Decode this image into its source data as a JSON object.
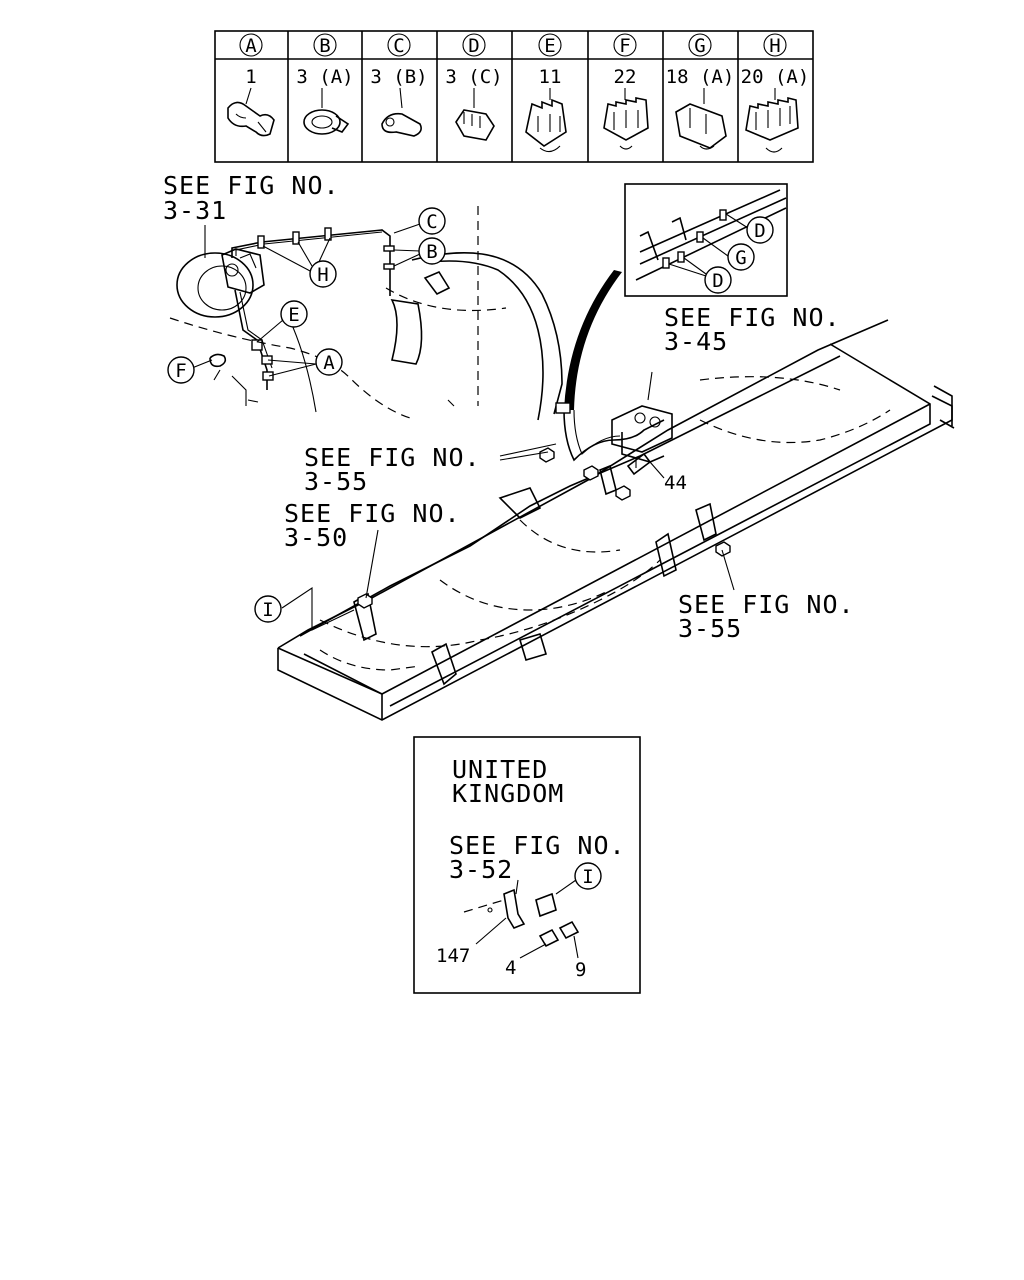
{
  "legend": {
    "columns": [
      {
        "letter": "A",
        "part": "1"
      },
      {
        "letter": "B",
        "part": "3 (A)"
      },
      {
        "letter": "C",
        "part": "3 (B)"
      },
      {
        "letter": "D",
        "part": "3 (C)"
      },
      {
        "letter": "E",
        "part": "11"
      },
      {
        "letter": "F",
        "part": "22"
      },
      {
        "letter": "G",
        "part": "18 (A)"
      },
      {
        "letter": "H",
        "part": "20 (A)"
      }
    ]
  },
  "refs": {
    "fig_3_31": {
      "line1": "SEE FIG NO.",
      "line2": "3-31"
    },
    "fig_3_45": {
      "line1": "SEE FIG NO.",
      "line2": "3-45"
    },
    "fig_3_55_top": {
      "line1": "SEE FIG NO.",
      "line2": "3-55"
    },
    "fig_3_50": {
      "line1": "SEE FIG NO.",
      "line2": "3-50"
    },
    "fig_3_55_right": {
      "line1": "SEE FIG NO.",
      "line2": "3-55"
    },
    "fig_3_52": {
      "line1": "SEE FIG NO.",
      "line2": "3-52"
    }
  },
  "callouts": {
    "c_C": "C",
    "c_B": "B",
    "c_H": "H",
    "c_E": "E",
    "c_A": "A",
    "c_F": "F",
    "c_D1": "D",
    "c_G": "G",
    "c_D2": "D",
    "c_I": "I",
    "c_I2": "I"
  },
  "parts": {
    "p44": "44",
    "p147": "147",
    "p4": "4",
    "p9": "9"
  },
  "inset": {
    "region_line1": "UNITED",
    "region_line2": "KINGDOM"
  }
}
